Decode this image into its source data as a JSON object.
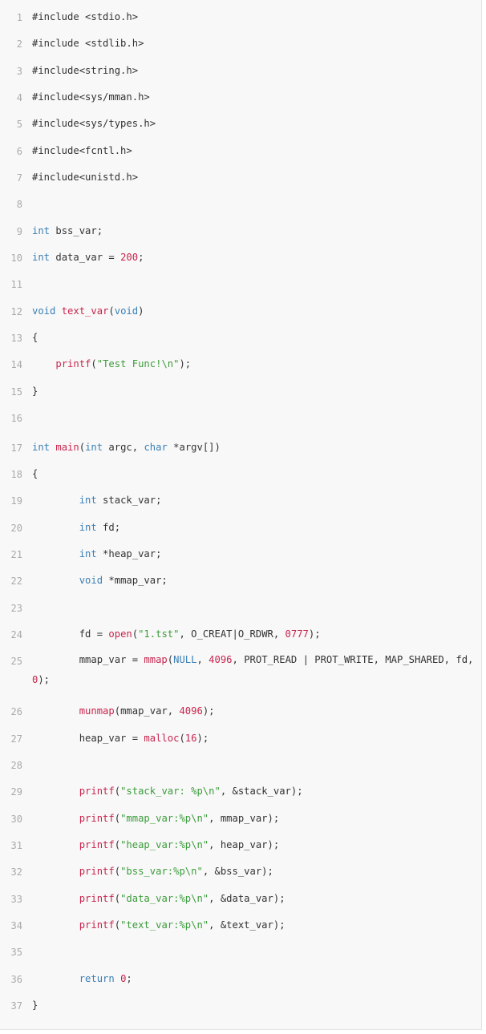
{
  "code": {
    "language": "c",
    "lines": [
      {
        "n": "1",
        "text": "#include <stdio.h>"
      },
      {
        "n": "2",
        "text": "#include <stdlib.h>"
      },
      {
        "n": "3",
        "text": "#include<string.h>"
      },
      {
        "n": "4",
        "text": "#include<sys/mman.h>"
      },
      {
        "n": "5",
        "text": "#include<sys/types.h>"
      },
      {
        "n": "6",
        "text": "#include<fcntl.h>"
      },
      {
        "n": "7",
        "text": "#include<unistd.h>"
      },
      {
        "n": "8",
        "text": ""
      },
      {
        "n": "9",
        "text": "int bss_var;"
      },
      {
        "n": "10",
        "text": "int data_var = 200;"
      },
      {
        "n": "11",
        "text": ""
      },
      {
        "n": "12",
        "text": "void text_var(void)"
      },
      {
        "n": "13",
        "text": "{"
      },
      {
        "n": "14",
        "text": "    printf(\"Test Func!\\n\");"
      },
      {
        "n": "15",
        "text": "}"
      },
      {
        "n": "16",
        "text": ""
      },
      {
        "n": "17",
        "text": "int main(int argc, char *argv[])"
      },
      {
        "n": "18",
        "text": "{"
      },
      {
        "n": "19",
        "text": "        int stack_var;"
      },
      {
        "n": "20",
        "text": "        int fd;"
      },
      {
        "n": "21",
        "text": "        int *heap_var;"
      },
      {
        "n": "22",
        "text": "        void *mmap_var;"
      },
      {
        "n": "23",
        "text": ""
      },
      {
        "n": "24",
        "text": "        fd = open(\"1.tst\", O_CREAT|O_RDWR, 0777);"
      },
      {
        "n": "25",
        "text": "        mmap_var = mmap(NULL, 4096, PROT_READ | PROT_WRITE, MAP_SHARED, fd, 0);"
      },
      {
        "n": "26",
        "text": "        munmap(mmap_var, 4096);"
      },
      {
        "n": "27",
        "text": "        heap_var = malloc(16);"
      },
      {
        "n": "28",
        "text": ""
      },
      {
        "n": "29",
        "text": "        printf(\"stack_var: %p\\n\", &stack_var);"
      },
      {
        "n": "30",
        "text": "        printf(\"mmap_var:%p\\n\", mmap_var);"
      },
      {
        "n": "31",
        "text": "        printf(\"heap_var:%p\\n\", heap_var);"
      },
      {
        "n": "32",
        "text": "        printf(\"bss_var:%p\\n\", &bss_var);"
      },
      {
        "n": "33",
        "text": "        printf(\"data_var:%p\\n\", &data_var);"
      },
      {
        "n": "34",
        "text": "        printf(\"text_var:%p\\n\", &text_var);"
      },
      {
        "n": "35",
        "text": ""
      },
      {
        "n": "36",
        "text": "        return 0;"
      },
      {
        "n": "37",
        "text": "}"
      }
    ]
  },
  "colors": {
    "background": "#f8f8f8",
    "line_number": "#aaaaaa",
    "keyword": "#3a7fb5",
    "function": "#c7254e",
    "string": "#3b9c3b",
    "number": "#c7254e",
    "text": "#333333"
  }
}
